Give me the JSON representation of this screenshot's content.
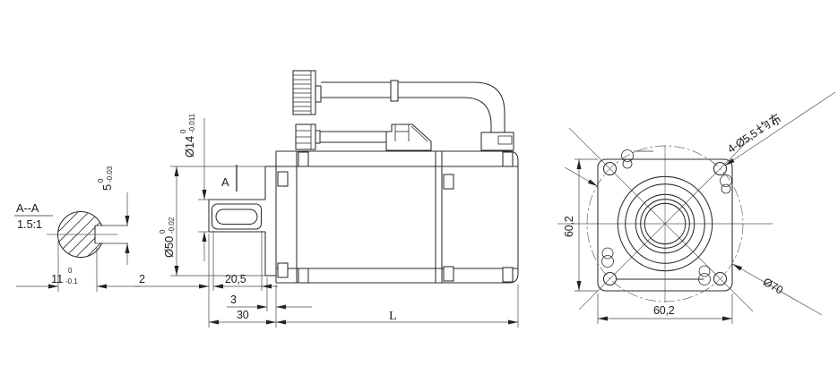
{
  "drawing": {
    "section_view": {
      "label": "A--A",
      "scale": "1.5:1",
      "flat_length": {
        "value": "11",
        "tol_upper": "0",
        "tol_lower": "-0.1"
      }
    },
    "side_view": {
      "section_mark": "A",
      "key_width": {
        "value": "5",
        "tol_upper": "0",
        "tol_lower": "-0.03"
      },
      "pilot_diameter": {
        "value": "Ø50",
        "tol_upper": "0",
        "tol_lower": "-0.02"
      },
      "shaft_diameter": {
        "value": "Ø14",
        "tol_upper": "0",
        "tol_lower": "-0.011"
      },
      "step_length": "2",
      "key_length": "20,5",
      "boss_length": "3",
      "shaft_length": "30",
      "body_length": "L"
    },
    "front_view": {
      "flange_height": "60,2",
      "flange_width": "60,2",
      "bolt_circle_diameter": "Ø70",
      "mounting_holes_note": "4-Ø5,5均布",
      "mounting_holes_note_prefix": "4-Ø5,5"
    }
  }
}
